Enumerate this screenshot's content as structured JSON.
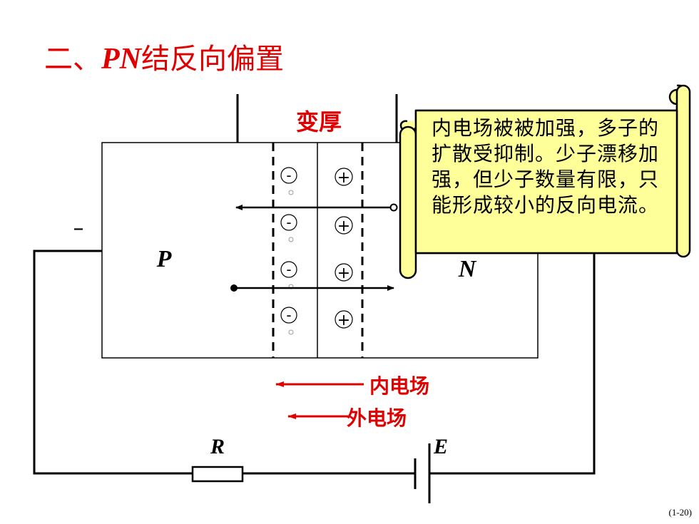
{
  "title": {
    "prefix": "二、",
    "pn": "PN",
    "suffix": "结反向偏置"
  },
  "labels": {
    "thicker": "变厚",
    "p_region": "P",
    "n_region": "N",
    "minus": "–",
    "resistor": "R",
    "battery": "E",
    "inner_field": "内电场",
    "outer_field": "外电场"
  },
  "scroll_text": "内电场被被加强，多子的扩散受抑制。少子漂移加强，但少子数量有限，只能形成较小的反向电流。",
  "ions": {
    "negative": "-",
    "positive": "+"
  },
  "page_number": "(1-20)",
  "colors": {
    "accent_red": "#e00000",
    "scroll_fill": "#ffff99",
    "line": "#000000"
  }
}
